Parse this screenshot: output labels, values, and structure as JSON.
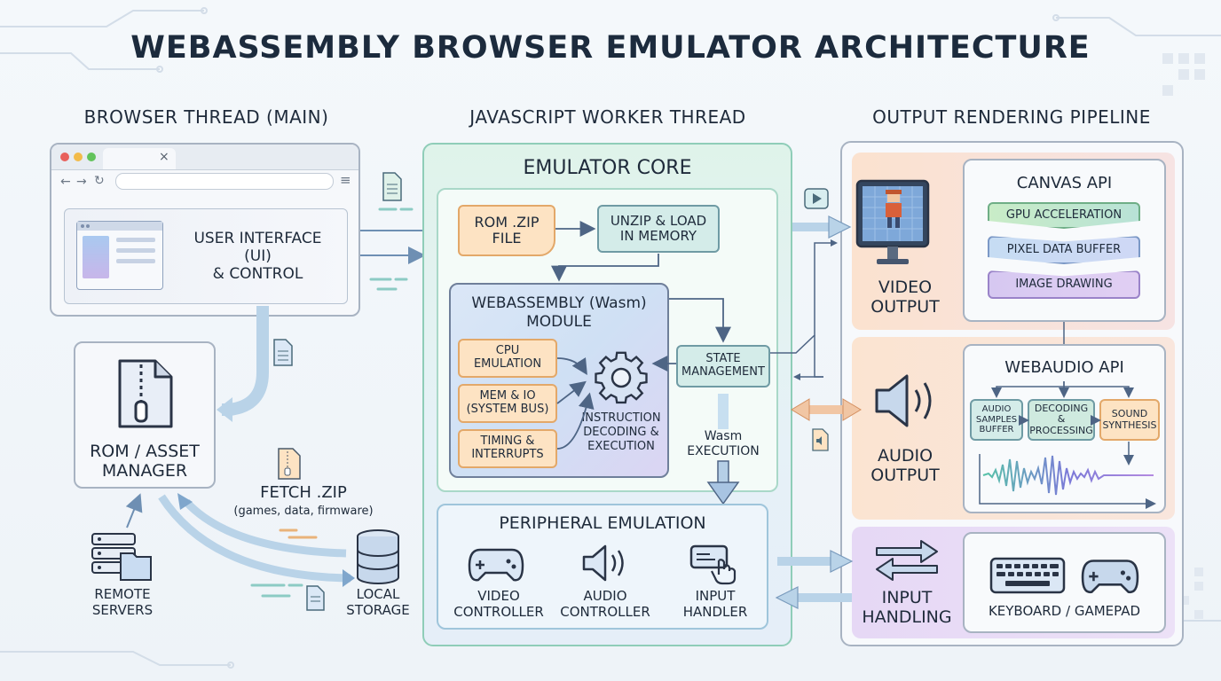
{
  "title": "WEBASSEMBLY BROWSER EMULATOR ARCHITECTURE",
  "columns": {
    "browser": "BROWSER THREAD (MAIN)",
    "worker": "JAVASCRIPT WORKER THREAD",
    "output": "OUTPUT RENDERING PIPELINE"
  },
  "browser_window": {
    "close_glyph": "×",
    "ui_line1": "USER INTERFACE",
    "ui_line2": "(UI)",
    "ui_line3": "& CONTROL"
  },
  "rom_manager": {
    "line1": "ROM / ASSET",
    "line2": "MANAGER"
  },
  "fetch": {
    "line1": "FETCH .ZIP",
    "line2": "(games, data, firmware)"
  },
  "remote": {
    "line1": "REMOTE",
    "line2": "SERVERS"
  },
  "local": {
    "line1": "LOCAL",
    "line2": "STORAGE"
  },
  "core": {
    "title": "EMULATOR CORE",
    "rom_file_1": "ROM .ZIP",
    "rom_file_2": "FILE",
    "unzip_1": "UNZIP & LOAD",
    "unzip_2": "IN MEMORY",
    "wasm_1": "WEBASSEMBLY (Wasm)",
    "wasm_2": "MODULE",
    "cpu_1": "CPU",
    "cpu_2": "EMULATION",
    "mem_1": "MEM & IO",
    "mem_2": "(SYSTEM BUS)",
    "timing_1": "TIMING &",
    "timing_2": "INTERRUPTS",
    "instr_1": "INSTRUCTION",
    "instr_2": "DECODING &",
    "instr_3": "EXECUTION",
    "state_1": "STATE",
    "state_2": "MANAGEMENT",
    "exec_1": "Wasm",
    "exec_2": "EXECUTION"
  },
  "peripheral": {
    "title": "PERIPHERAL EMULATION",
    "video_1": "VIDEO",
    "video_2": "CONTROLLER",
    "audio_1": "AUDIO",
    "audio_2": "CONTROLLER",
    "input_1": "INPUT",
    "input_2": "HANDLER"
  },
  "output": {
    "video_1": "VIDEO",
    "video_2": "OUTPUT",
    "canvas_title": "CANVAS API",
    "gpu": "GPU ACCELERATION",
    "pixel": "PIXEL DATA BUFFER",
    "image": "IMAGE DRAWING",
    "audio_1": "AUDIO",
    "audio_2": "OUTPUT",
    "webaudio_title": "WEBAUDIO API",
    "samples_1": "AUDIO",
    "samples_2": "SAMPLES",
    "samples_3": "BUFFER",
    "decoding_1": "DECODING &",
    "decoding_2": "PROCESSING",
    "synth_1": "SOUND",
    "synth_2": "SYNTHESIS",
    "input_1": "INPUT",
    "input_2": "HANDLING",
    "keyboard": "KEYBOARD / GAMEPAD"
  },
  "colors": {
    "worker_panel": "#e3f4ee",
    "worker_border": "#8fcdb8",
    "wasm_fill": "#d6e3f5",
    "video_section": "#fbe6d6",
    "audio_section": "#fce8d8",
    "input_section": "#eadcf5",
    "arrow": "#7a9bbd"
  }
}
